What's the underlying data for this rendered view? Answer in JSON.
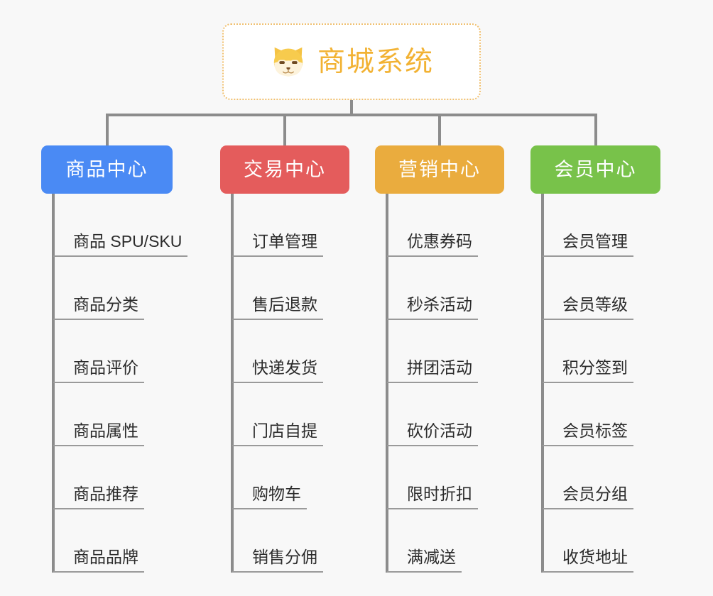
{
  "background_color": "#f8f8f8",
  "root": {
    "title": "商城系统",
    "icon": "shiba-dog-icon",
    "text_color": "#f2b233",
    "border_color": "#f0c070"
  },
  "connector_color": "#8c8c8c",
  "columns": [
    {
      "id": "product-center",
      "label": "商品中心",
      "color": "#4a8af4",
      "items": [
        "商品 SPU/SKU",
        "商品分类",
        "商品评价",
        "商品属性",
        "商品推荐",
        "商品品牌"
      ]
    },
    {
      "id": "trade-center",
      "label": "交易中心",
      "color": "#e45c5c",
      "items": [
        "订单管理",
        "售后退款",
        "快递发货",
        "门店自提",
        "购物车",
        "销售分佣"
      ]
    },
    {
      "id": "marketing-center",
      "label": "营销中心",
      "color": "#eaac3e",
      "items": [
        "优惠券码",
        "秒杀活动",
        "拼团活动",
        "砍价活动",
        "限时折扣",
        "满减送"
      ]
    },
    {
      "id": "member-center",
      "label": "会员中心",
      "color": "#78c24a",
      "items": [
        "会员管理",
        "会员等级",
        "积分签到",
        "会员标签",
        "会员分组",
        "收货地址"
      ]
    }
  ]
}
